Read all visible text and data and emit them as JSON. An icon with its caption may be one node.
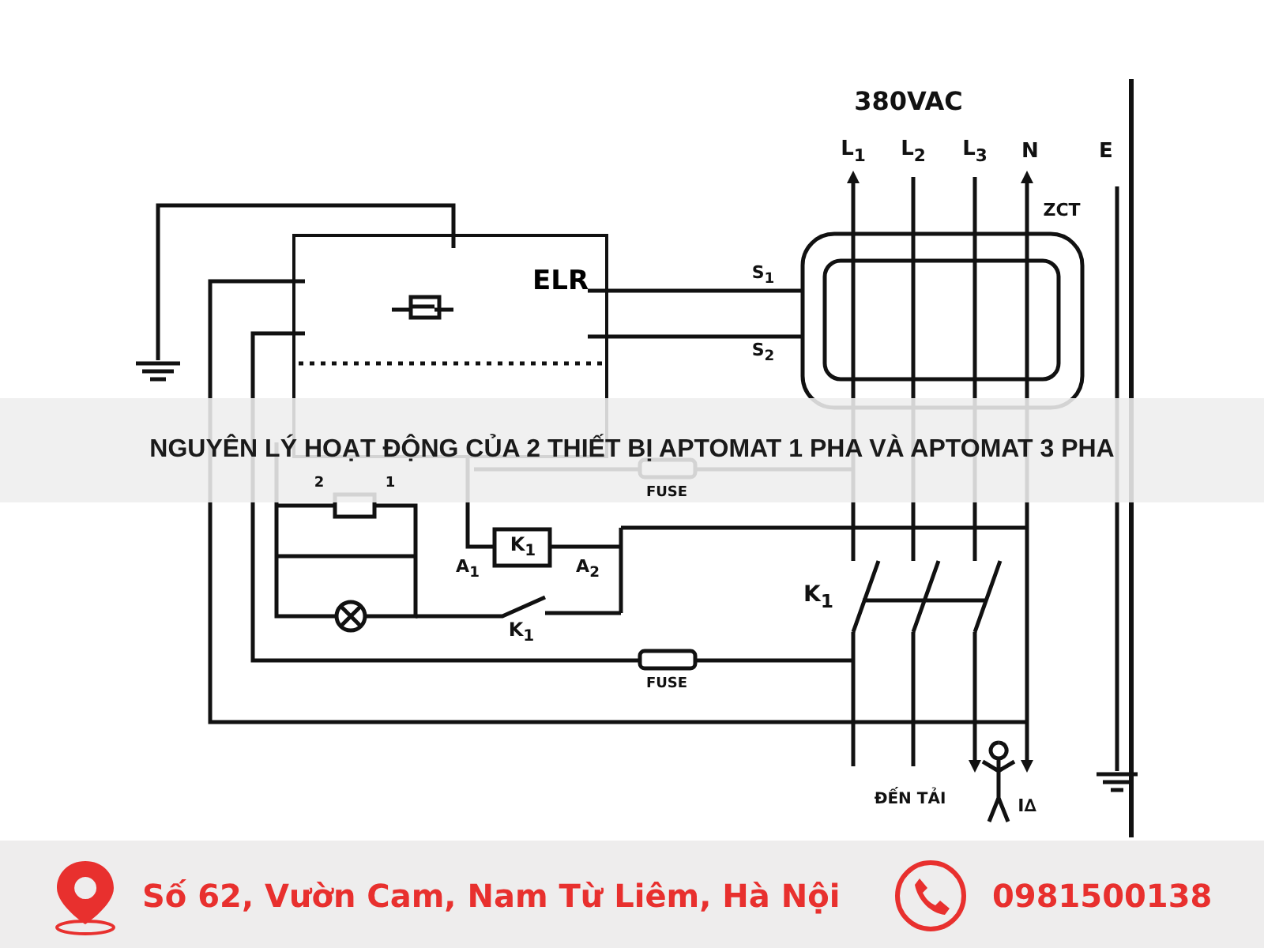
{
  "diagram": {
    "title": "NGUYÊN LÝ HOẠT ĐỘNG CỦA 2 THIẾT BỊ APTOMAT 1 PHA VÀ APTOMAT 3 PHA",
    "nodes": [
      {
        "text": [
          "ELR"
        ]
      }
    ],
    "labels": [
      "380VAC",
      "L$_{1}$",
      "L$_{2}$",
      "L$_{3}$",
      "N",
      "E",
      "ZCT",
      "S$_{1}$",
      "S$_{2}$",
      "FUSE",
      "2",
      "1",
      "A$_{1}$",
      "K$_{1}$",
      "A$_{2}$",
      "K$_{1}$",
      "K$_{1}$",
      "FUSE",
      "ĐẾN TẢI",
      "I∆",
      "Số 62, Vườn Cam, Nam Từ Liêm, Hà Nội",
      "0981500138"
    ]
  }
}
